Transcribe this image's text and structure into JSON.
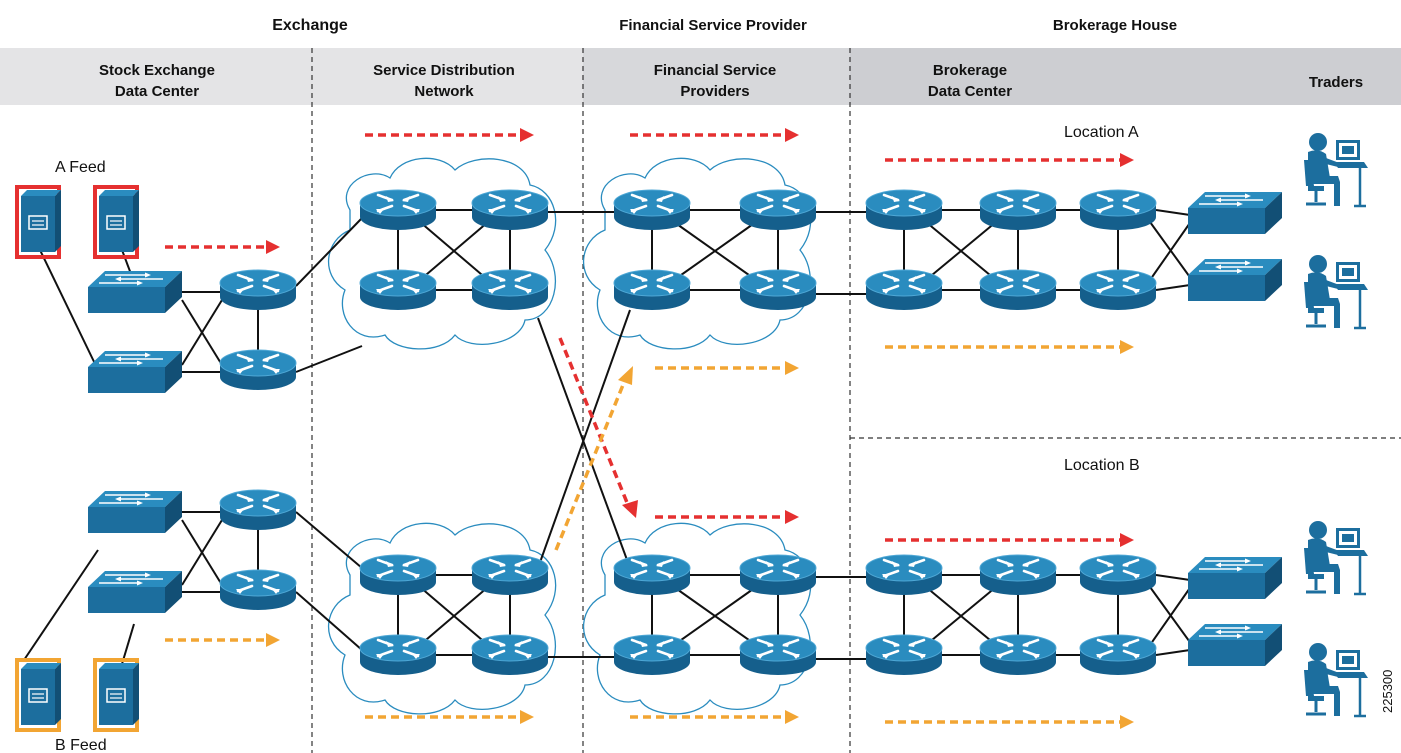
{
  "headers": {
    "exchange": "Exchange",
    "financial_service_provider": "Financial Service Provider",
    "brokerage_house": "Brokerage House"
  },
  "columns": {
    "stock_exchange_l1": "Stock Exchange",
    "stock_exchange_l2": "Data Center",
    "service_distribution_l1": "Service Distribution",
    "service_distribution_l2": "Network",
    "fsp_l1": "Financial Service",
    "fsp_l2": "Providers",
    "brokerage_l1": "Brokerage",
    "brokerage_l2": "Data Center",
    "traders": "Traders"
  },
  "labels": {
    "a_feed": "A Feed",
    "b_feed": "B Feed",
    "location_a": "Location A",
    "location_b": "Location B"
  },
  "figure_id": "225300",
  "colors": {
    "device_blue": "#1C6E9E",
    "device_top": "#2A8CBF",
    "a_feed": "#E53030",
    "b_feed": "#F2A533",
    "band_gray": "#E4E4E6",
    "band_dark": "#D2D3D6"
  },
  "icons": [
    "server-icon",
    "switch-icon",
    "router-icon",
    "cloud-icon",
    "trader-workstation-icon"
  ]
}
